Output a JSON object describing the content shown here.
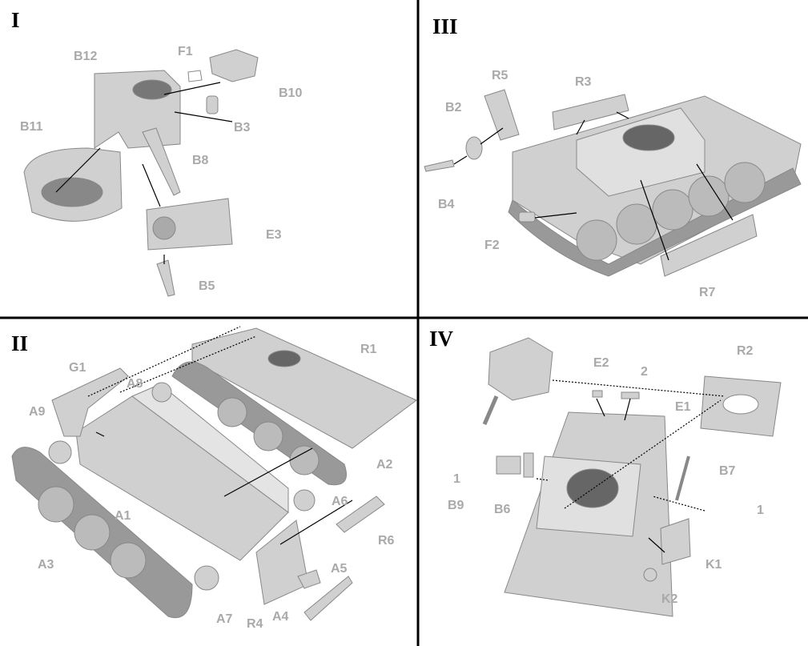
{
  "panels": [
    {
      "title": "I",
      "labels": [
        "B12",
        "F1",
        "B10",
        "B11",
        "B3",
        "B8",
        "E3",
        "B5"
      ]
    },
    {
      "title": "III",
      "labels": [
        "R5",
        "R3",
        "B2",
        "B4",
        "F2",
        "R7"
      ]
    },
    {
      "title": "II",
      "labels": [
        "R1",
        "G1",
        "A8",
        "A9",
        "A2",
        "A6",
        "A1",
        "R6",
        "A3",
        "A5",
        "A7",
        "R4",
        "A4"
      ]
    },
    {
      "title": "IV",
      "labels": [
        "R2",
        "E2",
        "2",
        "E1",
        "B7",
        "1",
        "B9",
        "B6",
        "1",
        "K1",
        "K2"
      ]
    }
  ],
  "colors": {
    "part": "#cfcfcf",
    "part_dark": "#9a9a9a",
    "label": "#a9a9a9",
    "divider": "#000000"
  }
}
